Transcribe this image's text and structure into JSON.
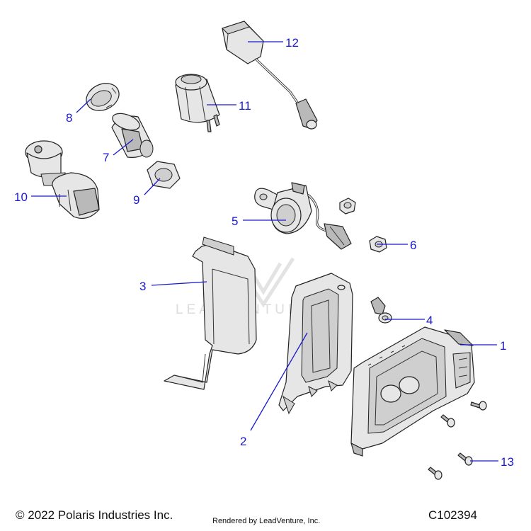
{
  "diagram": {
    "watermark": "LEADVENTURE",
    "callouts": {
      "c1": "1",
      "c2": "2",
      "c3": "3",
      "c4": "4",
      "c5": "5",
      "c6": "6",
      "c7": "7",
      "c8": "8",
      "c9": "9",
      "c10": "10",
      "c11": "11",
      "c12": "12",
      "c13": "13"
    }
  },
  "footer": {
    "copyright": "© 2022 Polaris Industries Inc.",
    "rendered_by": "Rendered by LeadVenture, Inc.",
    "diagram_code": "C102394"
  }
}
